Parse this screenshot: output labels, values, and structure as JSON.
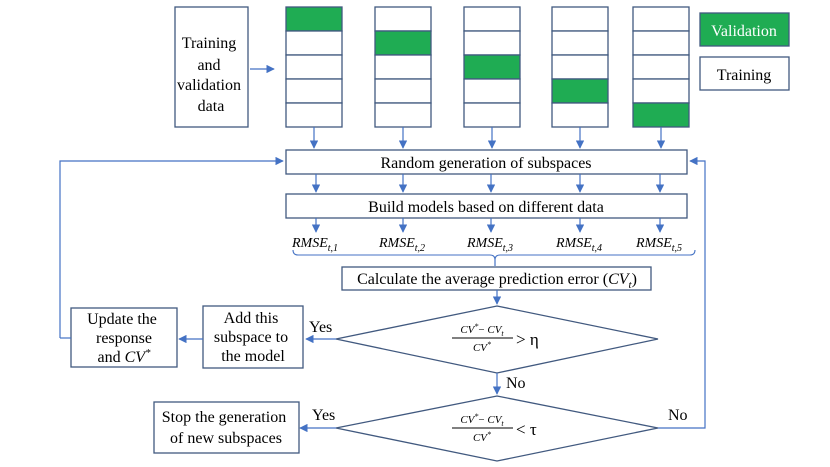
{
  "input_box": {
    "lines": [
      "Training",
      "and",
      "validation",
      "data"
    ]
  },
  "legend": {
    "validation": "Validation",
    "training": "Training",
    "validation_color": "#1fac53"
  },
  "folds": {
    "count": 5,
    "rows": 5
  },
  "steps": {
    "random_generation": "Random generation of subspaces",
    "build_models": "Build models based on different data",
    "rmse_base": "RMSE",
    "rmse_subs": [
      "t,1",
      "t,2",
      "t,3",
      "t,4",
      "t,5"
    ],
    "calc_avg_prefix": "Calculate the average prediction error (",
    "calc_avg_var": "CV",
    "calc_avg_sub": "t",
    "calc_avg_suffix": ")",
    "add_subspace": [
      "Add this",
      "subspace to",
      "the model"
    ],
    "update_lines": [
      "Update the",
      "response"
    ],
    "update_and": "and ",
    "update_var": "CV",
    "update_sup": "*",
    "stop_lines": [
      "Stop the generation",
      "of new subspaces"
    ]
  },
  "decisions": {
    "d1": {
      "num_a": "CV",
      "num_a_sup": "*",
      "num_op": "− ",
      "num_b": "CV",
      "num_b_sub": "t",
      "den": "CV",
      "den_sup": "*",
      "cmp": "> η"
    },
    "d2": {
      "num_a": "CV",
      "num_a_sup": "*",
      "num_op": "− ",
      "num_b": "CV",
      "num_b_sub": "t",
      "den": "CV",
      "den_sup": "*",
      "cmp": "< τ"
    }
  },
  "labels": {
    "yes1": "Yes",
    "no1": "No",
    "yes2": "Yes",
    "no2": "No"
  }
}
